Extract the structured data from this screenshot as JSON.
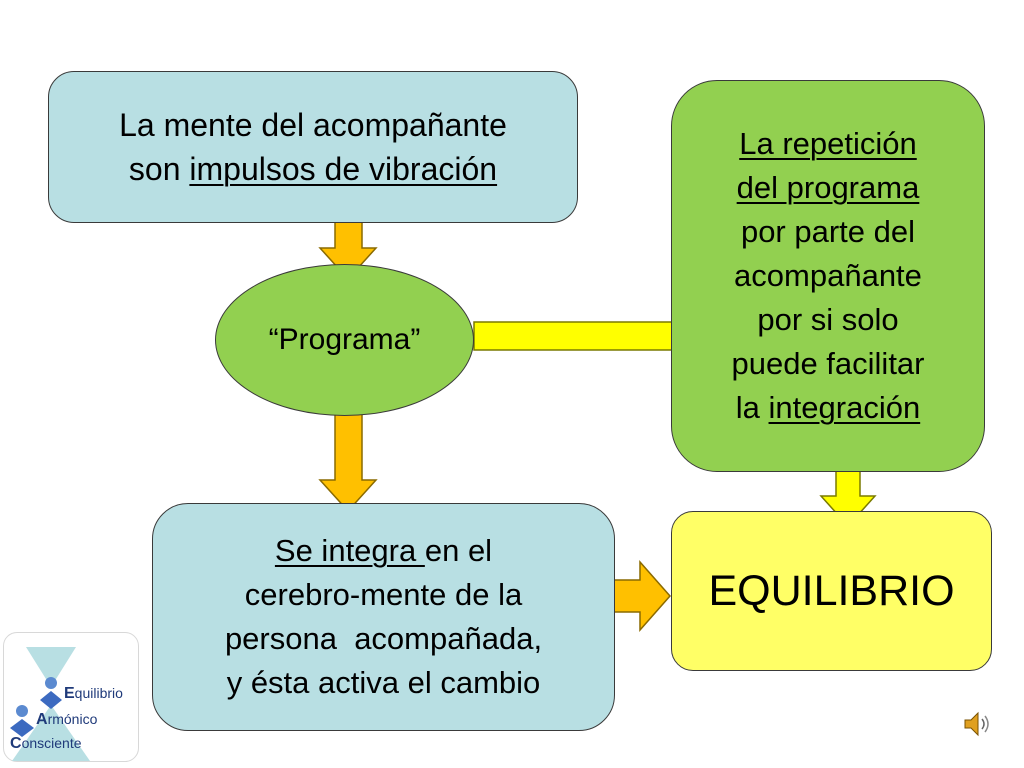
{
  "boxes": {
    "mente": {
      "line1": "La mente del acompañante",
      "line2_prefix": "son ",
      "line2_underlined": "impulsos de vibración"
    },
    "programa": {
      "text": "“Programa”"
    },
    "repeticion": {
      "line1_underlined": "La repetición",
      "line2_underlined": "del programa",
      "line3": "por parte del",
      "line4": "acompañante",
      "line5": "por si solo",
      "line6": "puede facilitar",
      "line7_prefix": "la ",
      "line7_underlined": "integración"
    },
    "integra": {
      "line1_underlined": "Se integra ",
      "line1_suffix": "en el",
      "line2": "cerebro-mente de la",
      "line3": "persona  acompañada,",
      "line4": "y ésta activa el cambio"
    },
    "equilibrio": {
      "text": "EQUILIBRIO"
    }
  },
  "logo": {
    "word1_initial": "E",
    "word1_rest": "quilibrio",
    "word2_initial": "A",
    "word2_rest": "rmónico",
    "word3_initial": "C",
    "word3_rest": "onsciente"
  },
  "colors": {
    "light_blue": "#b8dfe3",
    "green": "#92d050",
    "light_yellow": "#ffff66",
    "arrow_orange": "#ffc000",
    "arrow_yellow": "#ffff00",
    "logo_blue": "#1f3a7a"
  },
  "icons": [
    "speaker-icon",
    "arrow-down",
    "arrow-right"
  ]
}
